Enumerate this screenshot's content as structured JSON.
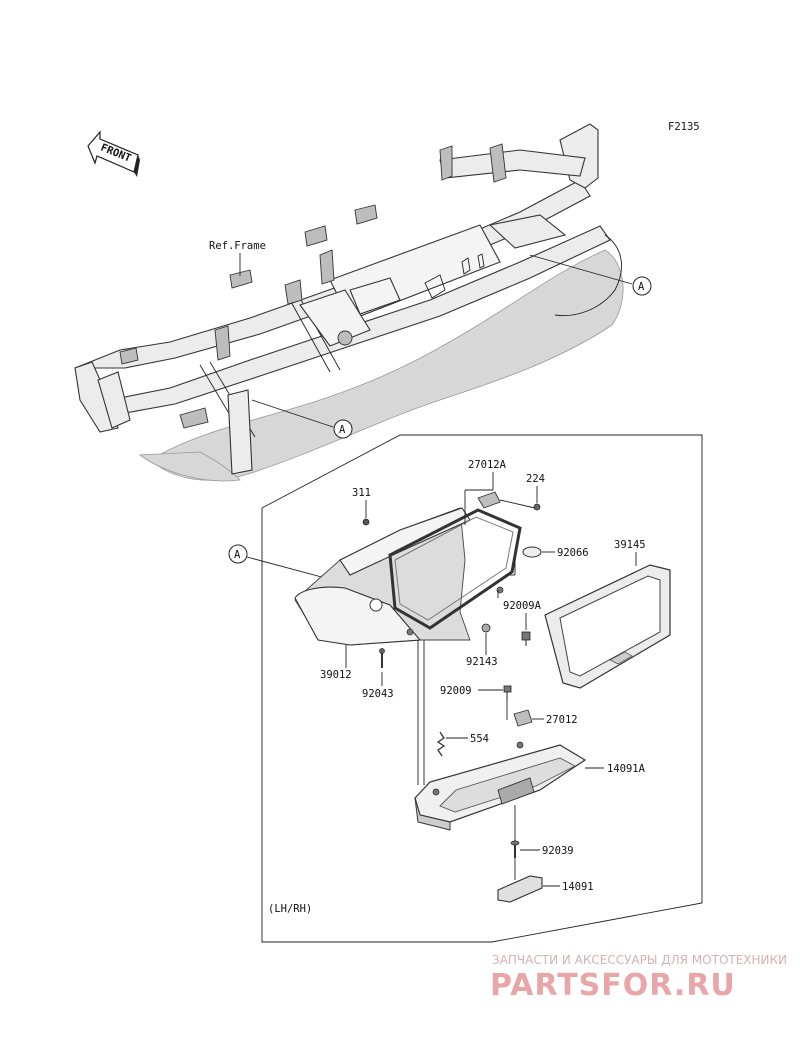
{
  "diagram": {
    "figure_code": "F2135",
    "front_label": "FRONT",
    "ref_frame_label": "Ref.Frame",
    "callout_a_top": "A",
    "callout_a_mid": "A",
    "callout_a_left": "A",
    "variant_note": "(LH/RH)"
  },
  "parts": [
    {
      "number": "27012A"
    },
    {
      "number": "224"
    },
    {
      "number": "311"
    },
    {
      "number": "39145"
    },
    {
      "number": "92066"
    },
    {
      "number": "92009A"
    },
    {
      "number": "39012"
    },
    {
      "number": "92143"
    },
    {
      "number": "92043"
    },
    {
      "number": "92009"
    },
    {
      "number": "27012"
    },
    {
      "number": "554"
    },
    {
      "number": "14091A"
    },
    {
      "number": "92039"
    },
    {
      "number": "14091"
    }
  ],
  "watermark": {
    "tagline": "ЗАПЧАСТИ И АКСЕССУАРЫ ДЛЯ МОТОТЕХНИКИ",
    "brand": "PARTSFOR.RU"
  }
}
